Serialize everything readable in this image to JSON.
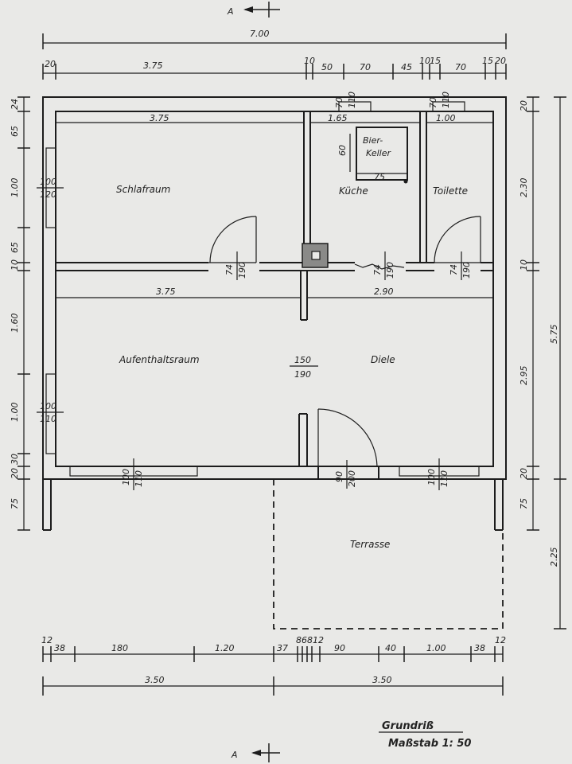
{
  "section_marker": "A",
  "dimensions_top": {
    "overall": "7.00",
    "segments": [
      "20",
      "3.75",
      "10",
      "50",
      "70",
      "45",
      "10",
      "15",
      "70",
      "15",
      "20"
    ],
    "schlafraum_width": "3.75",
    "kueche_width": "1.65",
    "toilette_width": "1.00",
    "aufenthalt_width": "3.75",
    "diele_width": "2.90"
  },
  "dimensions_left": [
    "24",
    "65",
    "1.00",
    "65",
    "10",
    "1.60",
    "1.00",
    "30",
    "20",
    "75"
  ],
  "dimensions_right": [
    "20",
    "2.30",
    "10",
    "2.95",
    "20",
    "75",
    "5.75",
    "2.25"
  ],
  "dimensions_bottom": {
    "segments": [
      "12",
      "38",
      "180",
      "1.20",
      "37",
      "8",
      "6",
      "8",
      "12",
      "90",
      "40",
      "1.00",
      "38",
      "12"
    ],
    "halves": [
      "3.50",
      "3.50"
    ]
  },
  "rooms": {
    "schlafraum": "Schlafraum",
    "kueche": "Küche",
    "bierkeller_line1": "Bier-",
    "bierkeller_line2": "Keller",
    "toilette": "Toilette",
    "aufenthaltsraum": "Aufenthaltsraum",
    "diele": "Diele",
    "terrasse": "Terrasse"
  },
  "openings": {
    "window_schlaf_top": "70",
    "window_schlaf_bot": "110",
    "window_left_top_num": "100",
    "window_left_top_den": "120",
    "window_left_bot_num": "100",
    "window_left_bot_den": "110",
    "door_schlaf_num": "74",
    "door_schlaf_den": "190",
    "door_kueche_num": "74",
    "door_kueche_den": "190",
    "door_toilette_num": "74",
    "door_toilette_den": "190",
    "window_wc_num": "70",
    "window_wc_den": "110",
    "opening_mid_num": "150",
    "opening_mid_den": "190",
    "door_terrasse_num": "90",
    "door_terrasse_den": "200",
    "window_bottom_left_num": "100",
    "window_bottom_left_den": "110",
    "window_bottom_right_num": "100",
    "window_bottom_right_den": "110",
    "bierkeller_h": "60",
    "bierkeller_w": "75"
  },
  "title": {
    "line1": "Grundriß",
    "line2": "Maßstab   1: 50"
  }
}
